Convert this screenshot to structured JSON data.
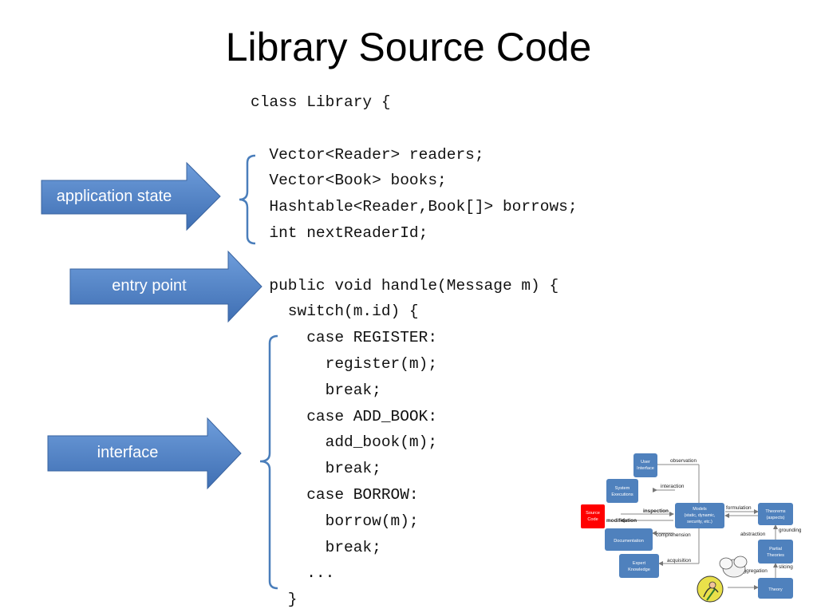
{
  "slide": {
    "title": "Library Source Code"
  },
  "code_lines": [
    "class Library {",
    "",
    "  Vector<Reader> readers;",
    "  Vector<Book> books;",
    "  Hashtable<Reader,Book[]> borrows;",
    "  int nextReaderId;",
    "",
    "  public void handle(Message m) {",
    "    switch(m.id) {",
    "      case REGISTER:",
    "        register(m);",
    "        break;",
    "      case ADD_BOOK:",
    "        add_book(m);",
    "        break;",
    "      case BORROW:",
    "        borrow(m);",
    "        break;",
    "      ...",
    "    }"
  ],
  "callouts": {
    "application_state": "application state",
    "entry_point": "entry point",
    "interface": "interface"
  },
  "colors": {
    "arrow_fill": "#4f81bd",
    "bracket": "#4a7ebb",
    "diagram_box": "#4f81bd",
    "diagram_highlight": "#ff0000"
  },
  "diagram": {
    "boxes": {
      "user_interface": "User Interface",
      "system_executions": "System Executions",
      "source_code": "Source Code",
      "models": "Models (static, dynamic, security, etc.)",
      "documentation": "Documentation",
      "expert_knowledge": "Expert Knowledge",
      "theorems": "Theorems (aspects)",
      "partial_theories": "Partial Theories",
      "theory": "Theory"
    },
    "labels": {
      "observation": "observation",
      "interaction": "interaction",
      "inspection": "inspection",
      "modification": "modification",
      "comprehension": "comprehension",
      "acquisition": "acquisition",
      "formulation": "formulation",
      "abstraction": "abstraction",
      "grounding": "grounding",
      "slicing": "slicing",
      "aggregation": "aggregation"
    }
  }
}
